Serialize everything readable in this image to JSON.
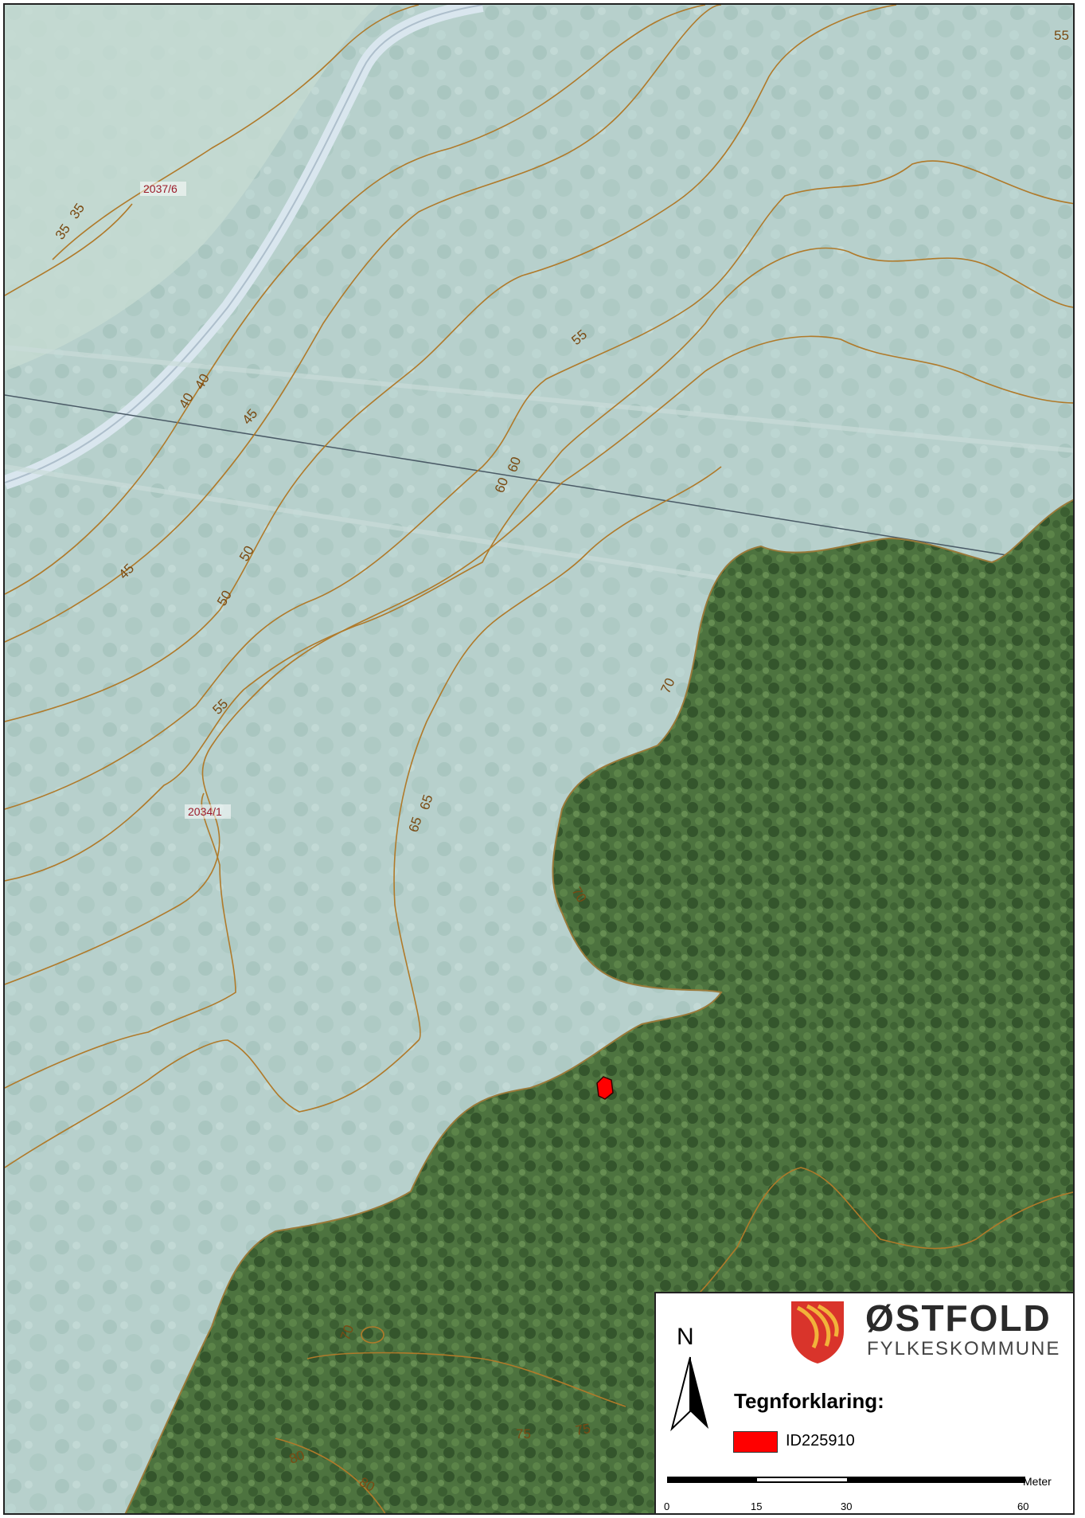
{
  "map": {
    "contour_labels": [
      "55",
      "35",
      "35",
      "40",
      "40",
      "45",
      "45",
      "50",
      "50",
      "55",
      "55",
      "60",
      "60",
      "65",
      "65",
      "70",
      "70",
      "70",
      "75",
      "75",
      "80",
      "80"
    ],
    "parcel_labels": [
      "2037/6",
      "2034/1"
    ],
    "colors": {
      "field_overlay": "#b9d3cf",
      "forest": "#4f7440",
      "contour": "#b07a2a",
      "feature": "#ff0000"
    }
  },
  "legend": {
    "north": "N",
    "org_title": "ØSTFOLD",
    "org_subtitle": "FYLKESKOMMUNE",
    "heading": "Tegnforklaring:",
    "items": [
      {
        "label": "ID225910",
        "color": "#ff0000"
      }
    ],
    "scale": {
      "unit": "Meter",
      "ticks": [
        "0",
        "15",
        "30",
        "60"
      ]
    }
  }
}
